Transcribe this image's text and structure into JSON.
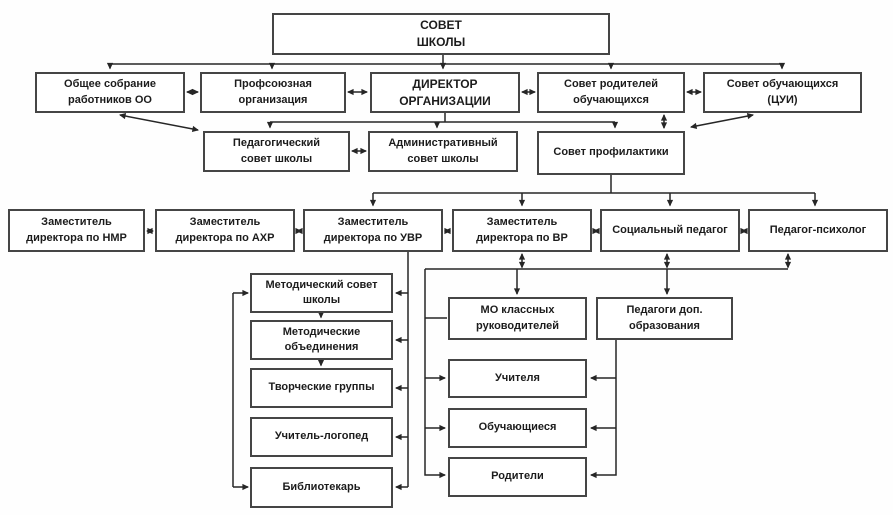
{
  "diagram": {
    "type": "school-organization-flowchart",
    "language": "ru",
    "colors": {
      "box_border": "#454545",
      "box_background": "#ffffff",
      "connector_line": "#262626",
      "text": "#1c1c1c",
      "page_background": "#fefefe"
    },
    "nodes": {
      "sovet_shkoly": {
        "label": "СОВЕТ\nШКОЛЫ"
      },
      "obshchee_sobranie": {
        "label": "Общее собрание\nработников ОО"
      },
      "profsoyuznaya": {
        "label": "Профсоюзная\nорганизация"
      },
      "direktor": {
        "label": "ДИРЕКТОР\nОРГАНИЗАЦИИ"
      },
      "sovet_roditeley": {
        "label": "Совет родителей\nобучающихся"
      },
      "sovet_obuchayushchihsya": {
        "label": "Совет обучающихся\n(ЦУИ)"
      },
      "pedagogicheskiy_sovet": {
        "label": "Педагогический\nсовет школы"
      },
      "administrativnyy_sovet": {
        "label": "Административный\nсовет школы"
      },
      "sovet_profilaktiki": {
        "label": "Совет профилактики"
      },
      "zam_nmr": {
        "label": "Заместитель\nдиректора по НМР"
      },
      "zam_ahr": {
        "label": "Заместитель\nдиректора по АХР"
      },
      "zam_uvr": {
        "label": "Заместитель\nдиректора по УВР"
      },
      "zam_vr": {
        "label": "Заместитель\nдиректора по ВР"
      },
      "sotsialnyy_pedagog": {
        "label": "Социальный педагог"
      },
      "pedagog_psiholog": {
        "label": "Педагог-психолог"
      },
      "metodicheskiy_sovet": {
        "label": "Методический совет\nшколы"
      },
      "metodicheskie_obedineniya": {
        "label": "Методические\nобъединения"
      },
      "tvorcheskie_gruppy": {
        "label": "Творческие группы"
      },
      "uchitel_logoped": {
        "label": "Учитель-логопед"
      },
      "bibliotekar": {
        "label": "Библиотекарь"
      },
      "mo_klassnyh": {
        "label": "МО классных\nруководителей"
      },
      "pedagogi_dop": {
        "label": "Педагоги доп.\nобразования"
      },
      "uchitelya": {
        "label": "Учителя"
      },
      "obuchayushchiesya": {
        "label": "Обучающиеся"
      },
      "roditeli": {
        "label": "Родители"
      }
    },
    "edges": [
      {
        "from": "sovet_shkoly",
        "to": "obshchee_sobranie",
        "rel": "arrow"
      },
      {
        "from": "sovet_shkoly",
        "to": "profsoyuznaya",
        "rel": "arrow"
      },
      {
        "from": "sovet_shkoly",
        "to": "direktor",
        "rel": "arrow"
      },
      {
        "from": "sovet_shkoly",
        "to": "sovet_roditeley",
        "rel": "arrow"
      },
      {
        "from": "sovet_shkoly",
        "to": "sovet_obuchayushchihsya",
        "rel": "arrow"
      },
      {
        "from": "obshchee_sobranie",
        "to": "profsoyuznaya",
        "rel": "mutual"
      },
      {
        "from": "profsoyuznaya",
        "to": "direktor",
        "rel": "mutual"
      },
      {
        "from": "direktor",
        "to": "sovet_roditeley",
        "rel": "mutual"
      },
      {
        "from": "sovet_roditeley",
        "to": "sovet_obuchayushchihsya",
        "rel": "mutual"
      },
      {
        "from": "obshchee_sobranie",
        "to": "pedagogicheskiy_sovet",
        "rel": "mutual"
      },
      {
        "from": "direktor",
        "to": "pedagogicheskiy_sovet",
        "rel": "arrow"
      },
      {
        "from": "direktor",
        "to": "administrativnyy_sovet",
        "rel": "arrow"
      },
      {
        "from": "direktor",
        "to": "sovet_profilaktiki",
        "rel": "arrow"
      },
      {
        "from": "pedagogicheskiy_sovet",
        "to": "administrativnyy_sovet",
        "rel": "mutual"
      },
      {
        "from": "sovet_roditeley",
        "to": "sovet_profilaktiki",
        "rel": "mutual"
      },
      {
        "from": "sovet_obuchayushchihsya",
        "to": "sovet_profilaktiki",
        "rel": "mutual"
      },
      {
        "from": "sovet_profilaktiki",
        "to": "zam_uvr",
        "rel": "arrow"
      },
      {
        "from": "sovet_profilaktiki",
        "to": "zam_vr",
        "rel": "arrow"
      },
      {
        "from": "sovet_profilaktiki",
        "to": "sotsialnyy_pedagog",
        "rel": "arrow"
      },
      {
        "from": "sovet_profilaktiki",
        "to": "pedagog_psiholog",
        "rel": "arrow"
      },
      {
        "from": "zam_nmr",
        "to": "zam_ahr",
        "rel": "mutual"
      },
      {
        "from": "zam_ahr",
        "to": "zam_uvr",
        "rel": "mutual"
      },
      {
        "from": "zam_uvr",
        "to": "zam_vr",
        "rel": "mutual"
      },
      {
        "from": "zam_vr",
        "to": "sotsialnyy_pedagog",
        "rel": "mutual"
      },
      {
        "from": "sotsialnyy_pedagog",
        "to": "pedagog_psiholog",
        "rel": "mutual"
      },
      {
        "from": "zam_uvr",
        "to": "metodicheskiy_sovet",
        "rel": "arrow"
      },
      {
        "from": "zam_uvr",
        "to": "metodicheskie_obedineniya",
        "rel": "arrow"
      },
      {
        "from": "zam_uvr",
        "to": "tvorcheskie_gruppy",
        "rel": "arrow"
      },
      {
        "from": "zam_uvr",
        "to": "uchitel_logoped",
        "rel": "arrow"
      },
      {
        "from": "zam_uvr",
        "to": "bibliotekar",
        "rel": "arrow"
      },
      {
        "from": "metodicheskiy_sovet",
        "to": "metodicheskie_obedineniya",
        "rel": "arrow"
      },
      {
        "from": "metodicheskie_obedineniya",
        "to": "tvorcheskie_gruppy",
        "rel": "arrow"
      },
      {
        "from": "metodicheskiy_sovet",
        "to": "bibliotekar",
        "rel": "side-link"
      },
      {
        "from": "zam_vr",
        "to": "lower_bus",
        "rel": "mutual"
      },
      {
        "from": "sotsialnyy_pedagog",
        "to": "lower_bus",
        "rel": "mutual"
      },
      {
        "from": "pedagog_psiholog",
        "to": "lower_bus",
        "rel": "mutual"
      },
      {
        "from": "lower_bus",
        "to": "mo_klassnyh",
        "rel": "arrow"
      },
      {
        "from": "lower_bus",
        "to": "pedagogi_dop",
        "rel": "arrow"
      },
      {
        "from": "lower_bus",
        "to": "uchitelya",
        "rel": "arrow"
      },
      {
        "from": "lower_bus",
        "to": "obuchayushchiesya",
        "rel": "arrow"
      },
      {
        "from": "lower_bus",
        "to": "roditeli",
        "rel": "arrow"
      },
      {
        "from": "pedagogi_dop",
        "to": "uchitelya",
        "rel": "arrow"
      },
      {
        "from": "pedagogi_dop",
        "to": "obuchayushchiesya",
        "rel": "arrow"
      },
      {
        "from": "pedagogi_dop",
        "to": "roditeli",
        "rel": "arrow"
      }
    ]
  }
}
